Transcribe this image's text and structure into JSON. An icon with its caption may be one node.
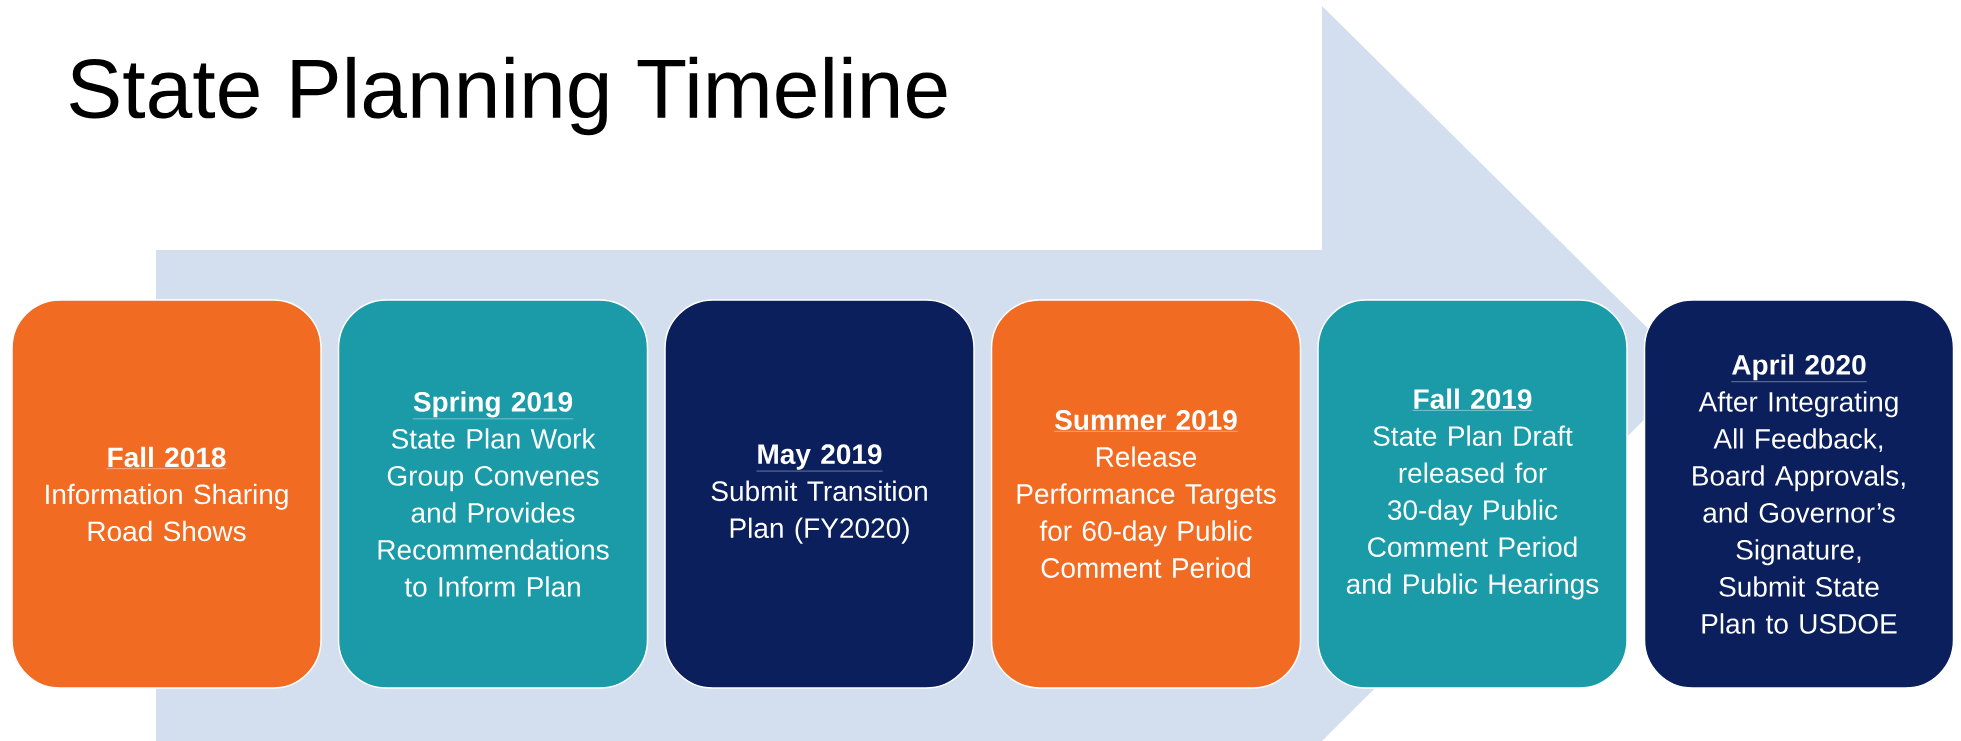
{
  "diagram": {
    "title": "State Planning Timeline",
    "nodes": [
      {
        "text": [
          "Fall 2018",
          "Information Sharing Road Shows"
        ]
      },
      {
        "text": [
          "Spring 2019",
          "State Plan Work Group Convenes and Provides Recommendations to Inform Plan"
        ]
      },
      {
        "text": [
          "May 2019",
          "Submit Transition Plan (FY2020)"
        ]
      },
      {
        "text": [
          "Summer 2019",
          "Release Performance Targets for 60-day Public Comment Period"
        ]
      },
      {
        "text": [
          "Fall 2019",
          "State Plan Draft released for 30-day Public Comment Period and Public Hearings"
        ]
      },
      {
        "text": [
          "April 2020",
          "After Integrating All Feedback, Board Approvals, and Governor’s Signature, Submit State Plan  to USDOE"
        ]
      }
    ]
  }
}
